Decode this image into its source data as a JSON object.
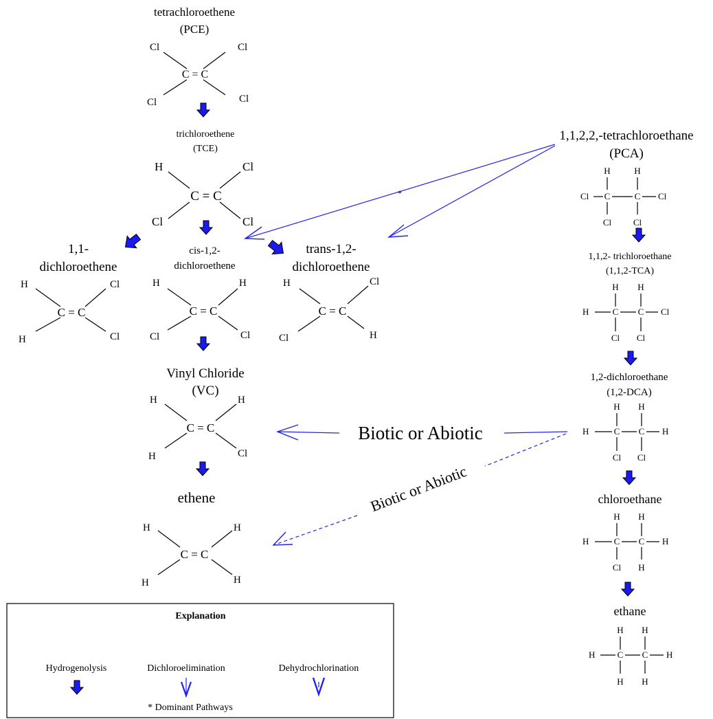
{
  "colors": {
    "arrow": "#1a1aee",
    "line": "#2222ee",
    "bond": "#000000"
  },
  "pce": {
    "name": "tetrachloroethene",
    "abbr": "(PCE)",
    "core": "C = C",
    "sub": [
      "Cl",
      "Cl",
      "Cl",
      "Cl"
    ]
  },
  "tce": {
    "name": "trichloroethene",
    "abbr": "(TCE)",
    "core": "C = C",
    "sub": [
      "H",
      "Cl",
      "Cl",
      "Cl"
    ]
  },
  "dce11": {
    "name1": "1,1-",
    "name2": "dichloroethene",
    "core": "C = C",
    "sub": [
      "H",
      "Cl",
      "H",
      "Cl"
    ]
  },
  "cisdce": {
    "name1": "cis-1,2-",
    "name2": "dichloroethene",
    "core": "C = C",
    "sub": [
      "H",
      "H",
      "Cl",
      "Cl"
    ]
  },
  "transdce": {
    "name1": "trans-1,2-",
    "name2": "dichloroethene",
    "core": "C = C",
    "sub": [
      "H",
      "Cl",
      "Cl",
      "H"
    ]
  },
  "vc": {
    "name": "Vinyl Chloride",
    "abbr": "(VC)",
    "core": "C = C",
    "sub": [
      "H",
      "H",
      "H",
      "Cl"
    ]
  },
  "ethene": {
    "name": "ethene",
    "core": "C = C",
    "sub": [
      "H",
      "H",
      "H",
      "H"
    ]
  },
  "pca": {
    "name": "1,1,2,2,-tetrachloroethane",
    "abbr": "(PCA)",
    "left": "Cl",
    "right": "Cl",
    "top": [
      "H",
      "H"
    ],
    "bottom": [
      "Cl",
      "Cl"
    ]
  },
  "tca": {
    "name": "1,1,2- trichloroethane",
    "abbr": "(1,1,2-TCA)",
    "left": "H",
    "right": "Cl",
    "top": [
      "H",
      "H"
    ],
    "bottom": [
      "Cl",
      "Cl"
    ]
  },
  "dca": {
    "name": "1,2-dichloroethane",
    "abbr": "(1,2-DCA)",
    "left": "H",
    "right": "H",
    "top": [
      "H",
      "H"
    ],
    "bottom": [
      "Cl",
      "Cl"
    ]
  },
  "chloroethane": {
    "name": "chloroethane",
    "left": "H",
    "right": "H",
    "top": [
      "H",
      "H"
    ],
    "bottom": [
      "Cl",
      "H"
    ]
  },
  "ethane": {
    "name": "ethane",
    "left": "H",
    "right": "H",
    "top": [
      "H",
      "H"
    ],
    "bottom": [
      "H",
      "H"
    ]
  },
  "carbon": "C",
  "pathways": {
    "solid": "Biotic or Abiotic",
    "dashed": "Biotic or Abiotic",
    "dominant_mark": "*"
  },
  "legend": {
    "title": "Explanation",
    "hydrogenolysis": "Hydrogenolysis",
    "dichloroelimination": "Dichloroelimination",
    "dehydrochlorination": "Dehydrochlorination",
    "footnote": "* Dominant Pathways"
  }
}
